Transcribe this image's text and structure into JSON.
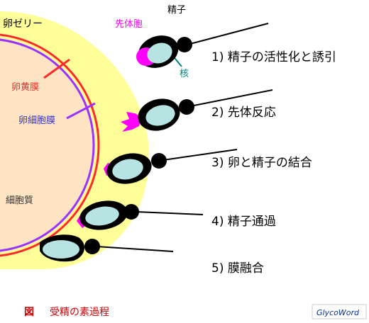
{
  "labels": {
    "sperm": "精子",
    "egg_jelly": "卵ゼリー",
    "acrosome": "先体胞",
    "nucleus": "核",
    "vitelline": "卵黄膜",
    "egg_membrane": "卵細胞膜",
    "cytoplasm": "細胞質"
  },
  "steps": [
    "1) 精子の活性化と誘引",
    "2) 先体反応",
    "3) 卵と精子の結合",
    "4) 精子通過",
    "5) 膜融合"
  ],
  "caption": {
    "prefix": "図",
    "text": "受精の素過程"
  },
  "logo": "GlycoWord",
  "colors": {
    "jelly": "#ffff99",
    "cytoplasm": "#ffe4c4",
    "vitelline": "#ff2a2a",
    "membrane": "#9933ff",
    "acrosome": "#ff00ff",
    "nucleus": "#b8e3e3",
    "sperm": "#000000",
    "caption": "#cc0000",
    "nucleus_label": "#008080",
    "membrane_label": "#3333cc"
  }
}
